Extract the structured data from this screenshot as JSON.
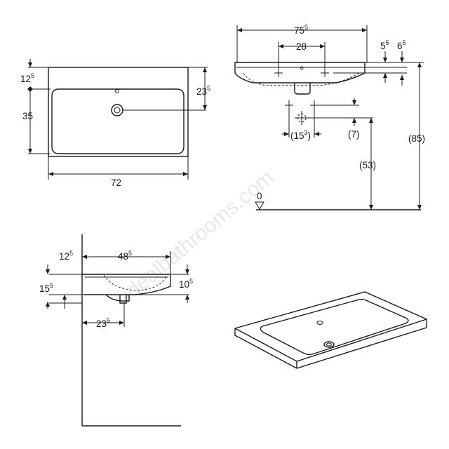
{
  "watermark": "idealbathrooms.com",
  "dimensions": {
    "top_view": {
      "depth_left": {
        "main": "12",
        "sup": "5"
      },
      "depth_35": {
        "main": "35"
      },
      "width_72": {
        "main": "72"
      },
      "right_23": {
        "main": "23",
        "sup": "5"
      }
    },
    "front_view": {
      "width_75": {
        "main": "75",
        "sup": "5"
      },
      "tap_28": {
        "main": "28"
      },
      "top_5": {
        "main": "5",
        "sup": "5"
      },
      "top_6": {
        "main": "6",
        "sup": "5"
      },
      "waste_15": {
        "main": "(15",
        "sup": "3",
        "tail": ")"
      },
      "waste_7": {
        "main": "(7)"
      },
      "height_53": {
        "main": "(53)"
      },
      "height_85": {
        "main": "(85)"
      },
      "floor_0": {
        "main": "0"
      }
    },
    "side_view": {
      "top_12": {
        "main": "12",
        "sup": "5"
      },
      "depth_48": {
        "main": "48",
        "sup": "5"
      },
      "left_15": {
        "main": "15",
        "sup": "5"
      },
      "right_10": {
        "main": "10",
        "sup": "5"
      },
      "bottom_23": {
        "main": "23",
        "sup": "5"
      }
    }
  }
}
